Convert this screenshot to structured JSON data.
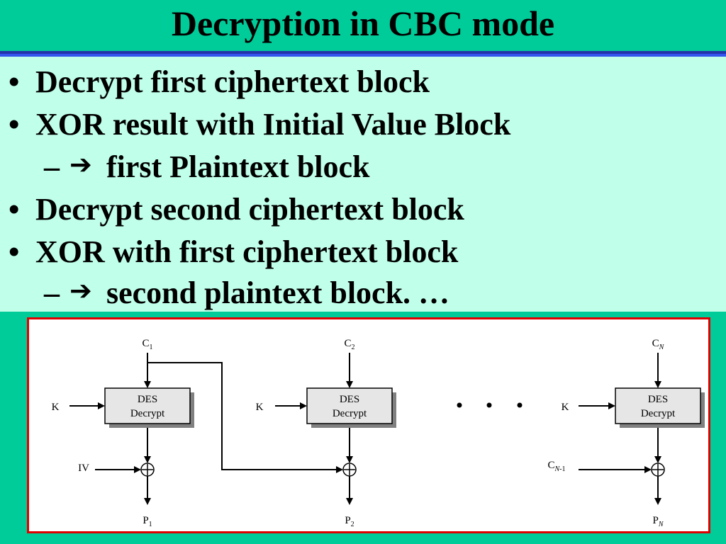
{
  "slide": {
    "title": "Decryption in CBC mode",
    "colors": {
      "background": "#00CC99",
      "panel": "#C0FFEA",
      "rule": "#3355EE",
      "frame": "#E00000"
    }
  },
  "bullets": [
    {
      "marker": "•",
      "text": "Decrypt first ciphertext block"
    },
    {
      "marker": "•",
      "text": "XOR result with Initial Value Block"
    },
    {
      "marker": "–",
      "arrow": "➔",
      "text": "first Plaintext block"
    },
    {
      "marker": "•",
      "text": "Decrypt second ciphertext block"
    },
    {
      "marker": "•",
      "text": "XOR with first ciphertext block"
    },
    {
      "marker": "–",
      "arrow": "➔",
      "text": "second plaintext block. …"
    }
  ],
  "diagram": {
    "stages": [
      {
        "ciphertext": {
          "letter": "C",
          "index": "1"
        },
        "key": "K",
        "cipher": "DES",
        "operation": "Decrypt",
        "xor_input": {
          "letter": "IV"
        },
        "plaintext": {
          "letter": "P",
          "index": "1"
        }
      },
      {
        "ciphertext": {
          "letter": "C",
          "index": "2"
        },
        "key": "K",
        "cipher": "DES",
        "operation": "Decrypt",
        "plaintext": {
          "letter": "P",
          "index": "2"
        }
      },
      {
        "ciphertext": {
          "letter": "C",
          "index": "N"
        },
        "key": "K",
        "cipher": "DES",
        "operation": "Decrypt",
        "xor_input": {
          "letter": "C",
          "index": "N",
          "index_suffix": "-1"
        },
        "plaintext": {
          "letter": "P",
          "index": "N"
        }
      }
    ]
  }
}
